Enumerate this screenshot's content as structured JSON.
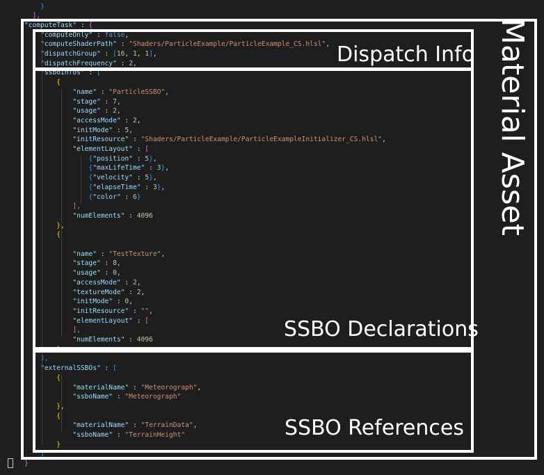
{
  "lines": [
    [
      {
        "t": "    ",
        "c": "p"
      },
      {
        "t": "}",
        "c": "br3"
      }
    ],
    [
      {
        "t": "  ",
        "c": "p"
      },
      {
        "t": "],",
        "c": "br2"
      }
    ],
    [
      {
        "t": "\"computeTask\"",
        "c": "k"
      },
      {
        "t": " : ",
        "c": "p"
      },
      {
        "t": "{",
        "c": "br2"
      }
    ],
    [
      {
        "t": "    ",
        "c": "p"
      },
      {
        "t": "\"computeOnly\"",
        "c": "k"
      },
      {
        "t": " : ",
        "c": "p"
      },
      {
        "t": "false",
        "c": "b"
      },
      {
        "t": ",",
        "c": "p"
      }
    ],
    [
      {
        "t": "    ",
        "c": "p"
      },
      {
        "t": "\"computeShaderPath\"",
        "c": "k"
      },
      {
        "t": " : ",
        "c": "p"
      },
      {
        "t": "\"Shaders/ParticleExample/ParticleExample_CS.hlsl\"",
        "c": "s"
      },
      {
        "t": ",",
        "c": "p"
      }
    ],
    [
      {
        "t": "    ",
        "c": "p"
      },
      {
        "t": "\"dispatchGroup\"",
        "c": "k"
      },
      {
        "t": " : ",
        "c": "p"
      },
      {
        "t": "[",
        "c": "br3"
      },
      {
        "t": "16",
        "c": "n"
      },
      {
        "t": ", ",
        "c": "p"
      },
      {
        "t": "1",
        "c": "n"
      },
      {
        "t": ", ",
        "c": "p"
      },
      {
        "t": "1",
        "c": "n"
      },
      {
        "t": "]",
        "c": "br3"
      },
      {
        "t": ",",
        "c": "p"
      }
    ],
    [
      {
        "t": "    ",
        "c": "p"
      },
      {
        "t": "\"dispatchFrequency\"",
        "c": "k"
      },
      {
        "t": " : ",
        "c": "p"
      },
      {
        "t": "2",
        "c": "n"
      },
      {
        "t": ",",
        "c": "p"
      }
    ],
    [
      {
        "t": "    ",
        "c": "p"
      },
      {
        "t": "\"ssboInfos\"",
        "c": "k"
      },
      {
        "t": " : ",
        "c": "p"
      },
      {
        "t": "[",
        "c": "br3"
      }
    ],
    [
      {
        "t": "        ",
        "c": "p"
      },
      {
        "t": "{",
        "c": "br1"
      }
    ],
    [
      {
        "t": "            ",
        "c": "p"
      },
      {
        "t": "\"name\"",
        "c": "k"
      },
      {
        "t": " : ",
        "c": "p"
      },
      {
        "t": "\"ParticleSSBO\"",
        "c": "s"
      },
      {
        "t": ",",
        "c": "p"
      }
    ],
    [
      {
        "t": "            ",
        "c": "p"
      },
      {
        "t": "\"stage\"",
        "c": "k"
      },
      {
        "t": " : ",
        "c": "p"
      },
      {
        "t": "7",
        "c": "n"
      },
      {
        "t": ",",
        "c": "p"
      }
    ],
    [
      {
        "t": "            ",
        "c": "p"
      },
      {
        "t": "\"usage\"",
        "c": "k"
      },
      {
        "t": " : ",
        "c": "p"
      },
      {
        "t": "2",
        "c": "n"
      },
      {
        "t": ",",
        "c": "p"
      }
    ],
    [
      {
        "t": "            ",
        "c": "p"
      },
      {
        "t": "\"accessMode\"",
        "c": "k"
      },
      {
        "t": " : ",
        "c": "p"
      },
      {
        "t": "2",
        "c": "n"
      },
      {
        "t": ",",
        "c": "p"
      }
    ],
    [
      {
        "t": "            ",
        "c": "p"
      },
      {
        "t": "\"initMode\"",
        "c": "k"
      },
      {
        "t": " : ",
        "c": "p"
      },
      {
        "t": "5",
        "c": "n"
      },
      {
        "t": ",",
        "c": "p"
      }
    ],
    [
      {
        "t": "            ",
        "c": "p"
      },
      {
        "t": "\"initResource\"",
        "c": "k"
      },
      {
        "t": " : ",
        "c": "p"
      },
      {
        "t": "\"Shaders/ParticleExample/ParticleExampleInitializer_CS.hlsl\"",
        "c": "s"
      },
      {
        "t": ",",
        "c": "p"
      }
    ],
    [
      {
        "t": "            ",
        "c": "p"
      },
      {
        "t": "\"elementLayout\"",
        "c": "k"
      },
      {
        "t": " : ",
        "c": "p"
      },
      {
        "t": "[",
        "c": "br2"
      }
    ],
    [
      {
        "t": "                ",
        "c": "p"
      },
      {
        "t": "{",
        "c": "br3"
      },
      {
        "t": "\"position\"",
        "c": "k"
      },
      {
        "t": " : ",
        "c": "p"
      },
      {
        "t": "5",
        "c": "n"
      },
      {
        "t": "}",
        "c": "br3"
      },
      {
        "t": ",",
        "c": "p"
      }
    ],
    [
      {
        "t": "                ",
        "c": "p"
      },
      {
        "t": "{",
        "c": "br3"
      },
      {
        "t": "\"maxLifeTime\"",
        "c": "k"
      },
      {
        "t": " : ",
        "c": "p"
      },
      {
        "t": "3",
        "c": "n"
      },
      {
        "t": "}",
        "c": "br3"
      },
      {
        "t": ",",
        "c": "p"
      }
    ],
    [
      {
        "t": "                ",
        "c": "p"
      },
      {
        "t": "{",
        "c": "br3"
      },
      {
        "t": "\"velocity\"",
        "c": "k"
      },
      {
        "t": " : ",
        "c": "p"
      },
      {
        "t": "5",
        "c": "n"
      },
      {
        "t": "}",
        "c": "br3"
      },
      {
        "t": ",",
        "c": "p"
      }
    ],
    [
      {
        "t": "                ",
        "c": "p"
      },
      {
        "t": "{",
        "c": "br3"
      },
      {
        "t": "\"elapseTime\"",
        "c": "k"
      },
      {
        "t": " : ",
        "c": "p"
      },
      {
        "t": "3",
        "c": "n"
      },
      {
        "t": "}",
        "c": "br3"
      },
      {
        "t": ",",
        "c": "p"
      }
    ],
    [
      {
        "t": "                ",
        "c": "p"
      },
      {
        "t": "{",
        "c": "br3"
      },
      {
        "t": "\"color\"",
        "c": "k"
      },
      {
        "t": " : ",
        "c": "p"
      },
      {
        "t": "6",
        "c": "n"
      },
      {
        "t": "}",
        "c": "br3"
      }
    ],
    [
      {
        "t": "            ",
        "c": "p"
      },
      {
        "t": "],",
        "c": "br2"
      }
    ],
    [
      {
        "t": "            ",
        "c": "p"
      },
      {
        "t": "\"numElements\"",
        "c": "k"
      },
      {
        "t": " : ",
        "c": "p"
      },
      {
        "t": "4096",
        "c": "n"
      }
    ],
    [
      {
        "t": "        ",
        "c": "p"
      },
      {
        "t": "},",
        "c": "br1"
      }
    ],
    [
      {
        "t": "        ",
        "c": "p"
      },
      {
        "t": "{",
        "c": "br1"
      }
    ],
    [
      {
        "t": "",
        "c": "p"
      }
    ],
    [
      {
        "t": "            ",
        "c": "p"
      },
      {
        "t": "\"name\"",
        "c": "k"
      },
      {
        "t": " : ",
        "c": "p"
      },
      {
        "t": "\"TestTexture\"",
        "c": "s"
      },
      {
        "t": ",",
        "c": "p"
      }
    ],
    [
      {
        "t": "            ",
        "c": "p"
      },
      {
        "t": "\"stage\"",
        "c": "k"
      },
      {
        "t": " : ",
        "c": "p"
      },
      {
        "t": "8",
        "c": "n"
      },
      {
        "t": ",",
        "c": "p"
      }
    ],
    [
      {
        "t": "            ",
        "c": "p"
      },
      {
        "t": "\"usage\"",
        "c": "k"
      },
      {
        "t": " : ",
        "c": "p"
      },
      {
        "t": "0",
        "c": "n"
      },
      {
        "t": ",",
        "c": "p"
      }
    ],
    [
      {
        "t": "            ",
        "c": "p"
      },
      {
        "t": "\"accessMode\"",
        "c": "k"
      },
      {
        "t": " : ",
        "c": "p"
      },
      {
        "t": "2",
        "c": "n"
      },
      {
        "t": ",",
        "c": "p"
      }
    ],
    [
      {
        "t": "            ",
        "c": "p"
      },
      {
        "t": "\"textureMode\"",
        "c": "k"
      },
      {
        "t": " : ",
        "c": "p"
      },
      {
        "t": "2",
        "c": "n"
      },
      {
        "t": ",",
        "c": "p"
      }
    ],
    [
      {
        "t": "            ",
        "c": "p"
      },
      {
        "t": "\"initMode\"",
        "c": "k"
      },
      {
        "t": " : ",
        "c": "p"
      },
      {
        "t": "0",
        "c": "n"
      },
      {
        "t": ",",
        "c": "p"
      }
    ],
    [
      {
        "t": "            ",
        "c": "p"
      },
      {
        "t": "\"initResource\"",
        "c": "k"
      },
      {
        "t": " : ",
        "c": "p"
      },
      {
        "t": "\"\"",
        "c": "s"
      },
      {
        "t": ",",
        "c": "p"
      }
    ],
    [
      {
        "t": "            ",
        "c": "p"
      },
      {
        "t": "\"elementLayout\"",
        "c": "k"
      },
      {
        "t": " : ",
        "c": "p"
      },
      {
        "t": "[",
        "c": "br2"
      }
    ],
    [
      {
        "t": "            ",
        "c": "p"
      },
      {
        "t": "],",
        "c": "br2"
      }
    ],
    [
      {
        "t": "            ",
        "c": "p"
      },
      {
        "t": "\"numElements\"",
        "c": "k"
      },
      {
        "t": " : ",
        "c": "p"
      },
      {
        "t": "4096",
        "c": "n"
      }
    ],
    [
      {
        "t": "        ",
        "c": "p"
      },
      {
        "t": "}",
        "c": "br1"
      }
    ],
    [
      {
        "t": "    ",
        "c": "p"
      },
      {
        "t": "],",
        "c": "br3"
      }
    ],
    [
      {
        "t": "    ",
        "c": "p"
      },
      {
        "t": "\"externalSSBOs\"",
        "c": "k"
      },
      {
        "t": " : ",
        "c": "p"
      },
      {
        "t": "[",
        "c": "br3"
      }
    ],
    [
      {
        "t": "        ",
        "c": "p"
      },
      {
        "t": "{",
        "c": "br1"
      }
    ],
    [
      {
        "t": "            ",
        "c": "p"
      },
      {
        "t": "\"materialName\"",
        "c": "k"
      },
      {
        "t": " : ",
        "c": "p"
      },
      {
        "t": "\"Meteorograph\"",
        "c": "s"
      },
      {
        "t": ",",
        "c": "p"
      }
    ],
    [
      {
        "t": "            ",
        "c": "p"
      },
      {
        "t": "\"ssboName\"",
        "c": "k"
      },
      {
        "t": " : ",
        "c": "p"
      },
      {
        "t": "\"Meteorograph\"",
        "c": "s"
      }
    ],
    [
      {
        "t": "        ",
        "c": "p"
      },
      {
        "t": "},",
        "c": "br1"
      }
    ],
    [
      {
        "t": "        ",
        "c": "p"
      },
      {
        "t": "{",
        "c": "br1"
      }
    ],
    [
      {
        "t": "            ",
        "c": "p"
      },
      {
        "t": "\"materialName\"",
        "c": "k"
      },
      {
        "t": " : ",
        "c": "p"
      },
      {
        "t": "\"TerrainData\"",
        "c": "s"
      },
      {
        "t": ",",
        "c": "p"
      }
    ],
    [
      {
        "t": "            ",
        "c": "p"
      },
      {
        "t": "\"ssboName\"",
        "c": "k"
      },
      {
        "t": " : ",
        "c": "p"
      },
      {
        "t": "\"TerrainHeight\"",
        "c": "s"
      }
    ],
    [
      {
        "t": "        ",
        "c": "p"
      },
      {
        "t": "}",
        "c": "br1"
      }
    ],
    [
      {
        "t": "    ",
        "c": "p"
      },
      {
        "t": "]",
        "c": "br3"
      }
    ],
    [
      {
        "t": "}",
        "c": "br2"
      }
    ]
  ],
  "annotations": {
    "material_asset": "Material Asset",
    "dispatch_info": "Dispatch Info",
    "ssbo_declarations": "SSBO Declarations",
    "ssbo_references": "SSBO References"
  },
  "colors": {
    "background": "#1e1e1e",
    "key": "#9cdcfe",
    "string": "#ce9178",
    "number": "#b5cea8",
    "boolean": "#569cd6",
    "annotation": "#ffffff"
  }
}
